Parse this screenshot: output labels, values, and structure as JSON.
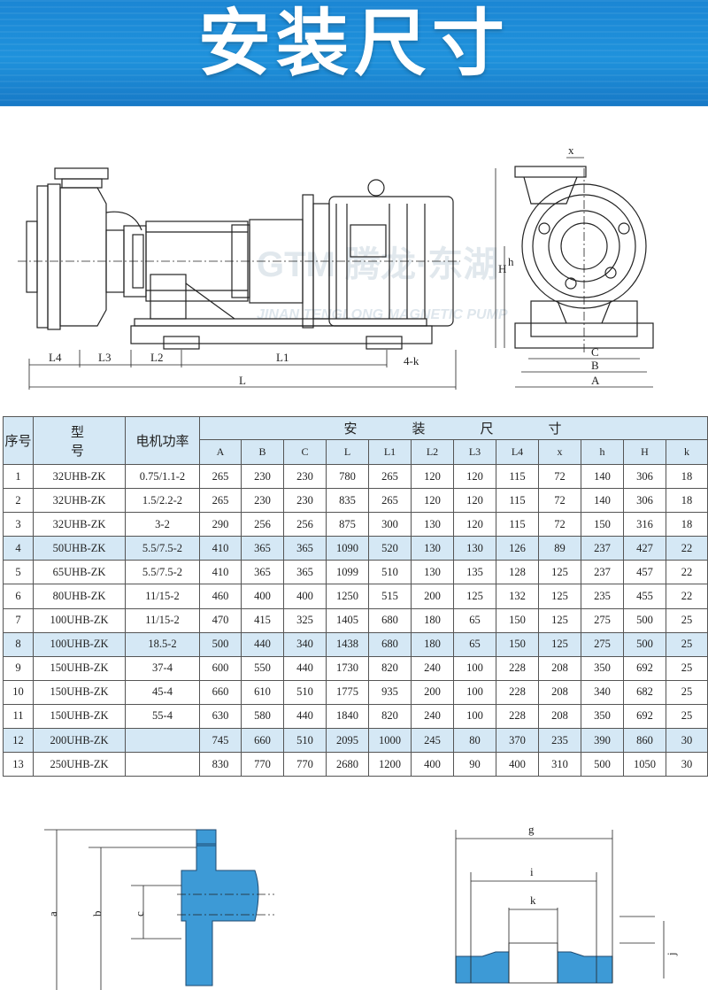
{
  "header": {
    "title": "安装尺寸"
  },
  "drawing_labels": {
    "side": [
      "L4",
      "L3",
      "L2",
      "L1",
      "4-k",
      "L"
    ],
    "end": [
      "x",
      "h",
      "H",
      "C",
      "B",
      "A"
    ],
    "watermark_top": "GTM 腾龙·东湖",
    "watermark_bottom": "JINAN TENGLONG MAGNETIC PUMP"
  },
  "table": {
    "head": {
      "no": "序号",
      "type": "型号",
      "power": "电机功率",
      "group": "安装尺寸",
      "cols": [
        "A",
        "B",
        "C",
        "L",
        "L1",
        "L2",
        "L3",
        "L4",
        "x",
        "h",
        "H",
        "k"
      ]
    },
    "rows": [
      [
        "1",
        "32UHB-ZK",
        "0.75/1.1-2",
        "265",
        "230",
        "230",
        "780",
        "265",
        "120",
        "120",
        "115",
        "72",
        "140",
        "306",
        "18"
      ],
      [
        "2",
        "32UHB-ZK",
        "1.5/2.2-2",
        "265",
        "230",
        "230",
        "835",
        "265",
        "120",
        "120",
        "115",
        "72",
        "140",
        "306",
        "18"
      ],
      [
        "3",
        "32UHB-ZK",
        "3-2",
        "290",
        "256",
        "256",
        "875",
        "300",
        "130",
        "120",
        "115",
        "72",
        "150",
        "316",
        "18"
      ],
      [
        "4",
        "50UHB-ZK",
        "5.5/7.5-2",
        "410",
        "365",
        "365",
        "1090",
        "520",
        "130",
        "130",
        "126",
        "89",
        "237",
        "427",
        "22"
      ],
      [
        "5",
        "65UHB-ZK",
        "5.5/7.5-2",
        "410",
        "365",
        "365",
        "1099",
        "510",
        "130",
        "135",
        "128",
        "125",
        "237",
        "457",
        "22"
      ],
      [
        "6",
        "80UHB-ZK",
        "11/15-2",
        "460",
        "400",
        "400",
        "1250",
        "515",
        "200",
        "125",
        "132",
        "125",
        "235",
        "455",
        "22"
      ],
      [
        "7",
        "100UHB-ZK",
        "11/15-2",
        "470",
        "415",
        "325",
        "1405",
        "680",
        "180",
        "65",
        "150",
        "125",
        "275",
        "500",
        "25"
      ],
      [
        "8",
        "100UHB-ZK",
        "18.5-2",
        "500",
        "440",
        "340",
        "1438",
        "680",
        "180",
        "65",
        "150",
        "125",
        "275",
        "500",
        "25"
      ],
      [
        "9",
        "150UHB-ZK",
        "37-4",
        "600",
        "550",
        "440",
        "1730",
        "820",
        "240",
        "100",
        "228",
        "208",
        "350",
        "692",
        "25"
      ],
      [
        "10",
        "150UHB-ZK",
        "45-4",
        "660",
        "610",
        "510",
        "1775",
        "935",
        "200",
        "100",
        "228",
        "208",
        "340",
        "682",
        "25"
      ],
      [
        "11",
        "150UHB-ZK",
        "55-4",
        "630",
        "580",
        "440",
        "1840",
        "820",
        "240",
        "100",
        "228",
        "208",
        "350",
        "692",
        "25"
      ],
      [
        "12",
        "200UHB-ZK",
        "",
        "745",
        "660",
        "510",
        "2095",
        "1000",
        "245",
        "80",
        "370",
        "235",
        "390",
        "860",
        "30"
      ],
      [
        "13",
        "250UHB-ZK",
        "",
        "830",
        "770",
        "770",
        "2680",
        "1200",
        "400",
        "90",
        "400",
        "310",
        "500",
        "1050",
        "30"
      ]
    ],
    "highlight_rows": [
      4,
      8,
      12
    ]
  },
  "flange_labels": {
    "left": [
      "a",
      "b",
      "c"
    ],
    "right": [
      "g",
      "i",
      "k",
      "j"
    ]
  },
  "colors": {
    "banner": "#1f8fd9",
    "highlight": "#d5e8f5",
    "flange_fill": "#3d9ad6"
  }
}
